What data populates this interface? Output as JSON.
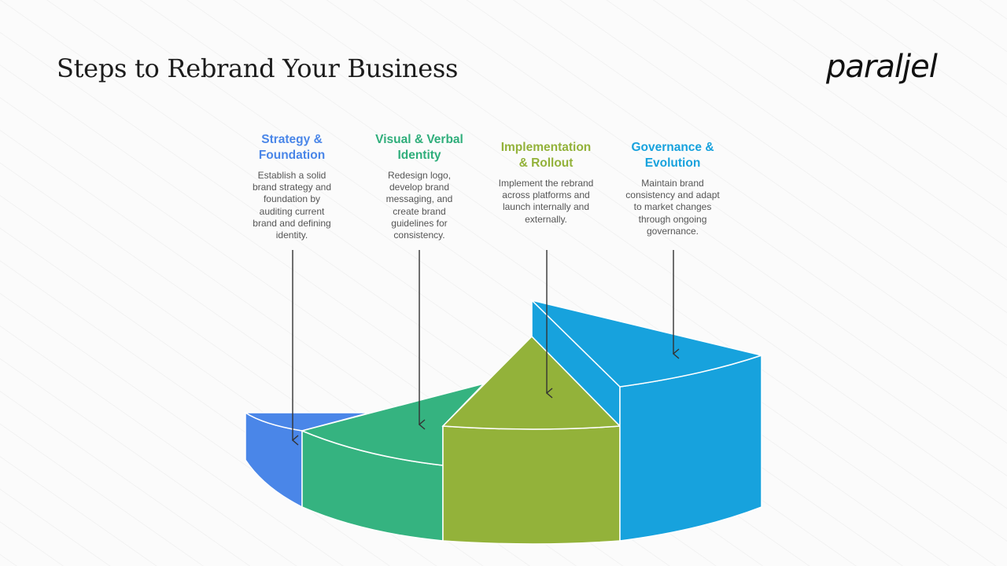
{
  "slide": {
    "title": "Steps to Rebrand Your Business",
    "logo": "paraljel"
  },
  "steps": [
    {
      "title": "Strategy & Foundation",
      "description": "Establish a solid brand strategy and foundation by auditing current brand and defining identity.",
      "color": "#4a86e8"
    },
    {
      "title": "Visual & Verbal Identity",
      "description": "Redesign logo, develop brand messaging, and create brand guidelines for consistency.",
      "color": "#35b380"
    },
    {
      "title": "Implementation & Rollout",
      "description": "Implement the rebrand across platforms and launch internally and externally.",
      "color": "#93b23a"
    },
    {
      "title": "Governance & Evolution",
      "description": "Maintain brand consistency and adapt to market changes through ongoing governance.",
      "color": "#17a2dd"
    }
  ]
}
